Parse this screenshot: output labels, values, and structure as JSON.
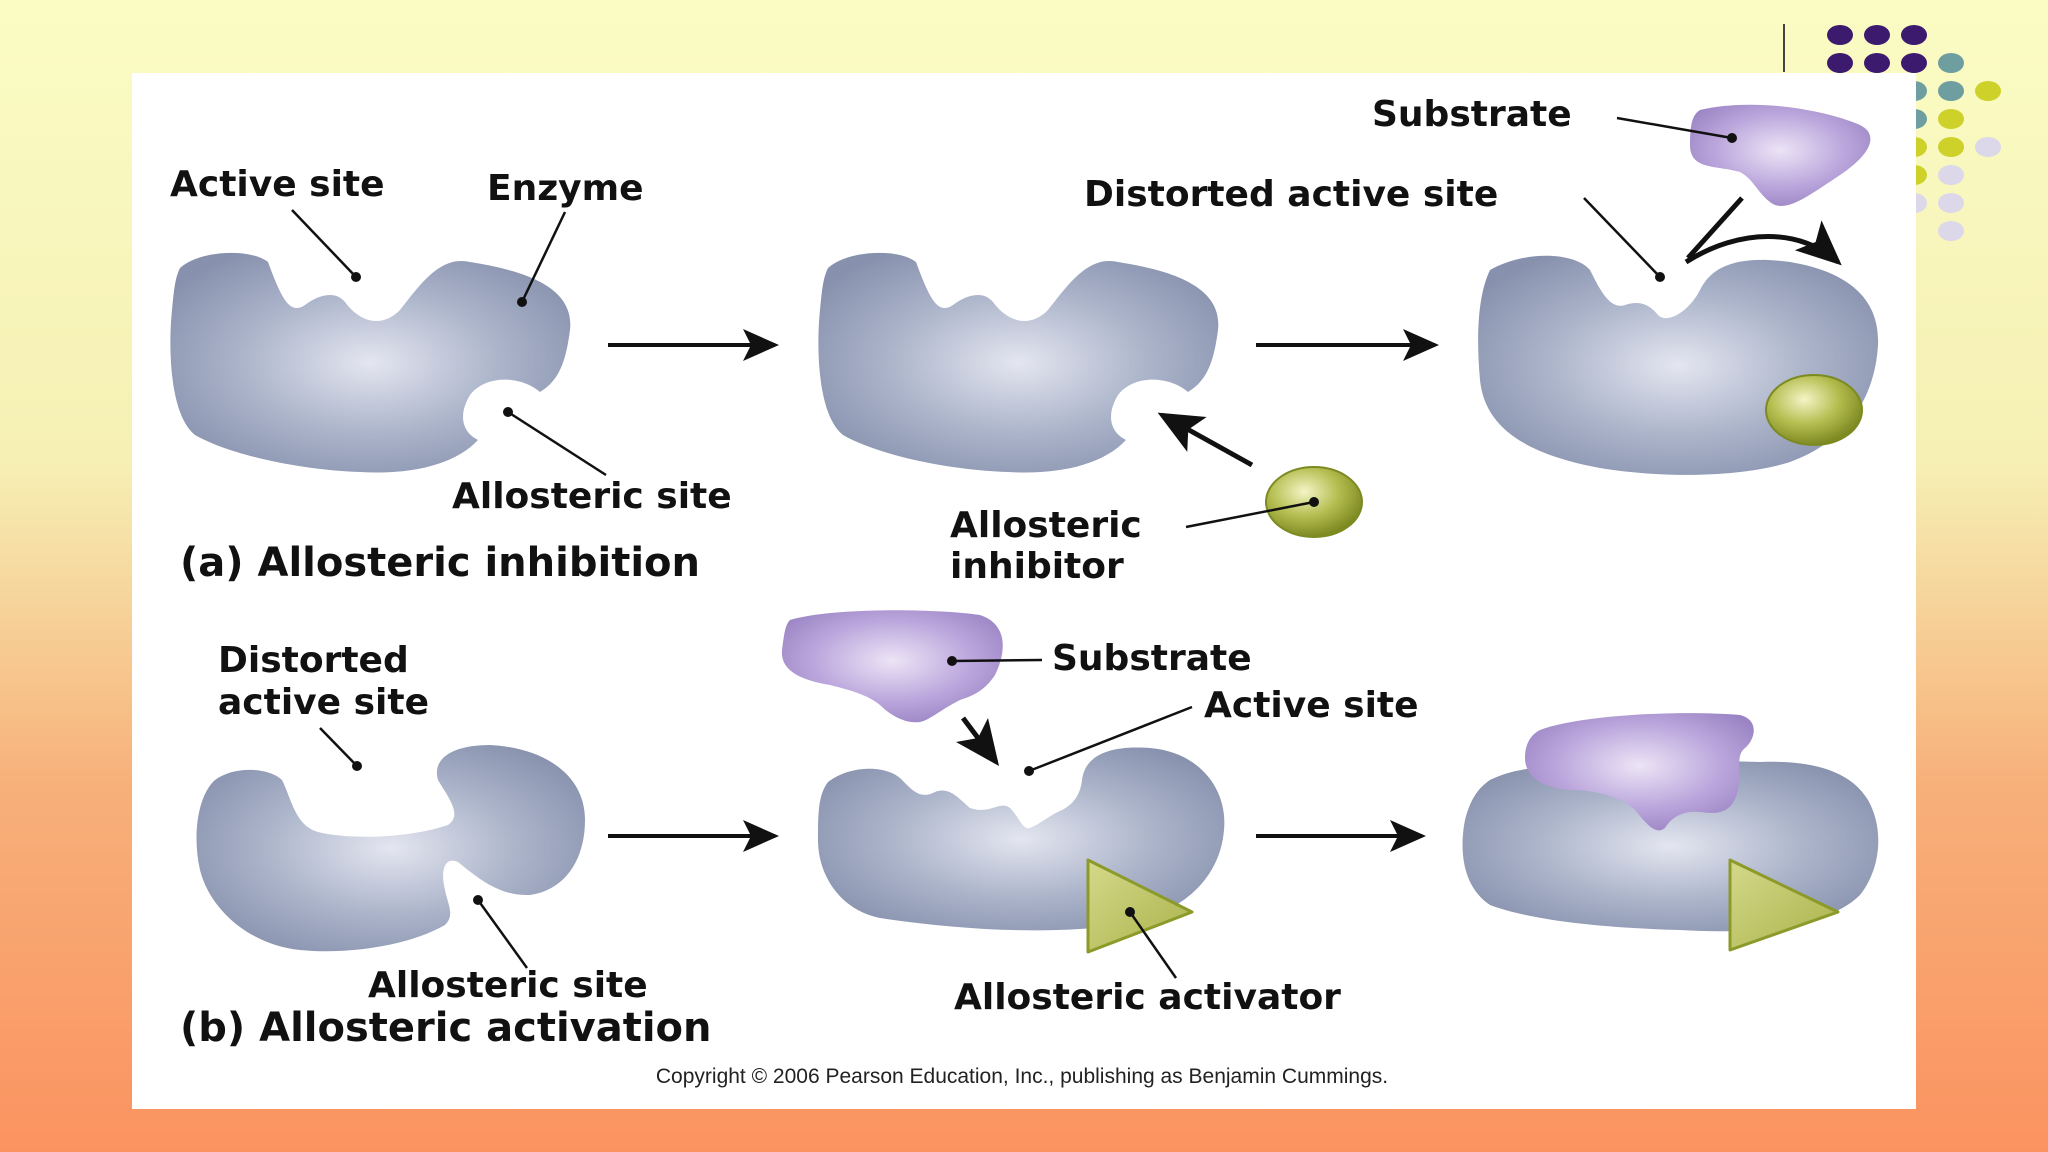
{
  "colors": {
    "enzyme": "#9aa6bf",
    "substrate": "#b6a2d8",
    "effector": "#aab544",
    "dot_purple": "#3c1a6e",
    "dot_teal": "#6e9ea0",
    "dot_yellow": "#cdd12a",
    "dot_lavender": "#dcd8ea"
  },
  "panel_a": {
    "caption": "(a) Allosteric inhibition",
    "labels": {
      "active_site": "Active site",
      "enzyme": "Enzyme",
      "allosteric_site": "Allosteric site",
      "allosteric_inhibitor_1": "Allosteric",
      "allosteric_inhibitor_2": "inhibitor",
      "substrate": "Substrate",
      "distorted_active_site": "Distorted active site"
    }
  },
  "panel_b": {
    "caption": "(b) Allosteric activation",
    "labels": {
      "distorted_1": "Distorted",
      "distorted_2": "active site",
      "allosteric_site": "Allosteric site",
      "substrate": "Substrate",
      "active_site": "Active site",
      "allosteric_activator": "Allosteric activator"
    }
  },
  "copyright": "Copyright © 2006 Pearson Education, Inc., publishing as Benjamin Cummings."
}
